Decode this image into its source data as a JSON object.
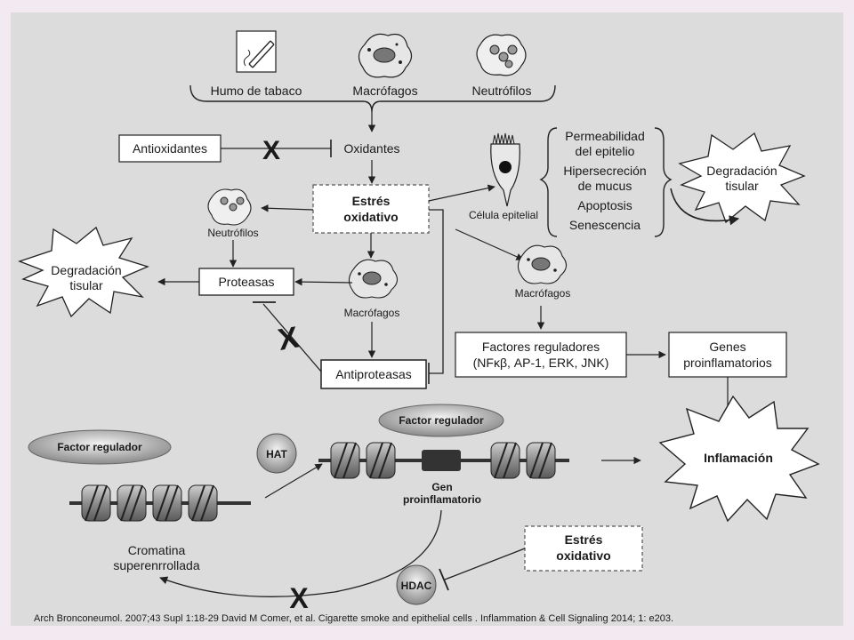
{
  "sources": {
    "tobacco": "Humo de tabaco",
    "macrophages": "Macrófagos",
    "neutrophils": "Neutrófilos"
  },
  "antioxidants": "Antioxidantes",
  "oxidants": "Oxidantes",
  "oxidative_stress": [
    "Estrés",
    "oxidativo"
  ],
  "left_branch": {
    "neutrophils": "Neutrófilos",
    "proteases": "Proteasas",
    "macrophages": "Macrófagos",
    "antiproteases": "Antiproteasas",
    "tissue_degradation": [
      "Degradación",
      "tisular"
    ]
  },
  "epithelial": {
    "cell_label": "Célula epitelial",
    "effects": [
      "Permeabilidad",
      "del epitelio",
      "Hipersecreción",
      "de mucus",
      "Apoptosis",
      "Senescencia"
    ],
    "tissue_degradation": [
      "Degradación",
      "tisular"
    ]
  },
  "right_branch": {
    "macrophages": "Macrófagos",
    "regulatory_factors": [
      "Factores reguladores",
      "(NFκβ, AP-1, ERK, JNK)"
    ],
    "proinflammatory_genes": [
      "Genes",
      "proinflamatorios"
    ],
    "inflammation": "Inflamación"
  },
  "chromatin": {
    "regulatory_factor_left": "Factor regulador",
    "regulatory_factor_right": "Factor regulador",
    "hat": "HAT",
    "hdac": "HDAC",
    "gene": [
      "Gen",
      "proinflamatorio"
    ],
    "supercoiled": [
      "Cromatina",
      "superenrrollada"
    ],
    "oxidative_stress": [
      "Estrés",
      "oxidativo"
    ]
  },
  "citation": "Arch Bronconeumol. 2007;43 Supl 1:18-29 David M Comer, et al. Cigarette smoke and epithelial cells . Inflammation & Cell Signaling 2014; 1: e203."
}
